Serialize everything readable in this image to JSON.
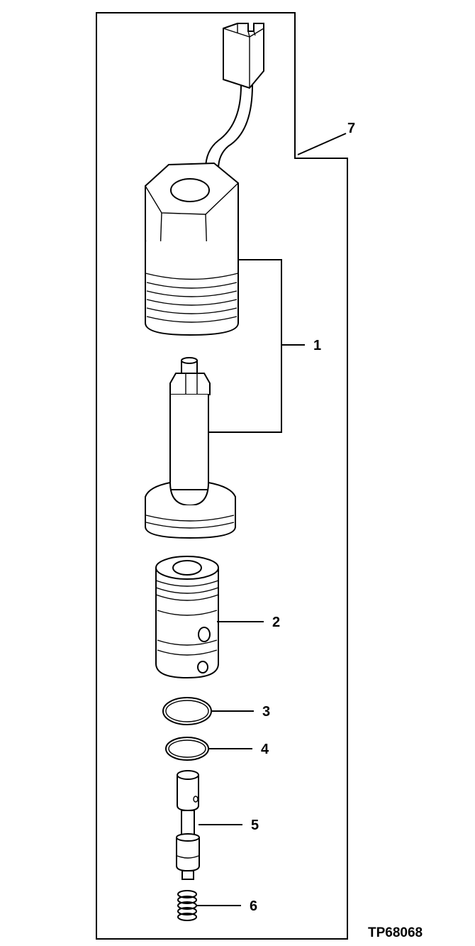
{
  "diagram": {
    "callouts": {
      "c1": "1",
      "c2": "2",
      "c3": "3",
      "c4": "4",
      "c5": "5",
      "c6": "6",
      "c7": "7"
    },
    "figure_id": "TP68068"
  }
}
